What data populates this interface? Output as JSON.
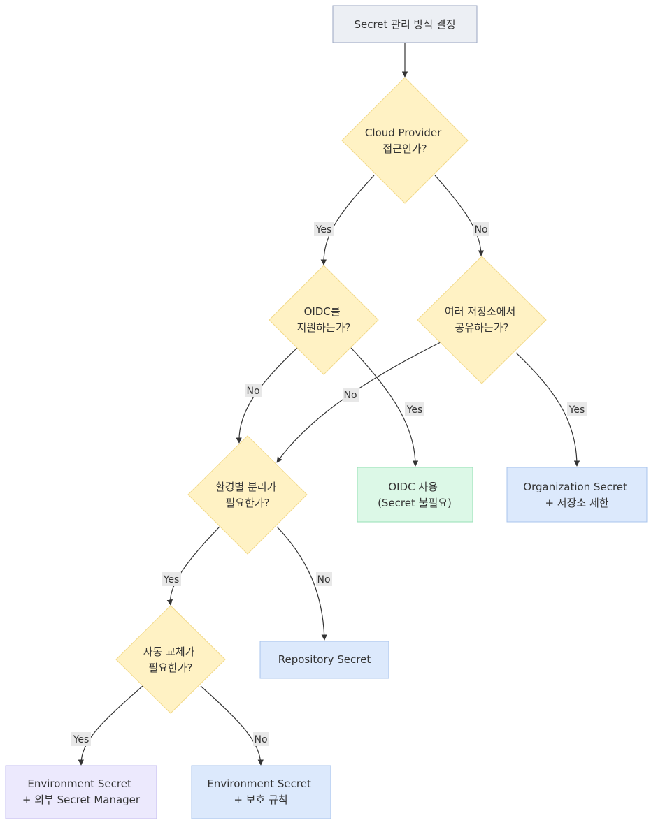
{
  "colors": {
    "start_fill": "#eceff4",
    "start_stroke": "#9aa6c2",
    "decision_fill": "#fff2c4",
    "decision_stroke": "#f2d98a",
    "green_fill": "#dcf8e7",
    "green_stroke": "#96dfb5",
    "blue_fill": "#dce9fc",
    "blue_stroke": "#a8c4ec",
    "purple_fill": "#ece9fd",
    "purple_stroke": "#c3bcf0",
    "edge": "#333333"
  },
  "nodes": {
    "start": {
      "lines": [
        "Secret 관리 방식 결정"
      ]
    },
    "cloud_provider": {
      "lines": [
        "Cloud Provider",
        "접근인가?"
      ]
    },
    "oidc_support": {
      "lines": [
        "OIDC를",
        "지원하는가?"
      ]
    },
    "shared_repos": {
      "lines": [
        "여러 저장소에서",
        "공유하는가?"
      ]
    },
    "env_separation": {
      "lines": [
        "환경별 분리가",
        "필요한가?"
      ]
    },
    "use_oidc": {
      "lines": [
        "OIDC 사용",
        "(Secret 불필요)"
      ]
    },
    "org_secret": {
      "lines": [
        "Organization Secret",
        "+ 저장소 제한"
      ]
    },
    "auto_rotation": {
      "lines": [
        "자동 교체가",
        "필요한가?"
      ]
    },
    "repo_secret": {
      "lines": [
        "Repository Secret"
      ]
    },
    "env_external": {
      "lines": [
        "Environment Secret",
        "+ 외부 Secret Manager"
      ]
    },
    "env_protection": {
      "lines": [
        "Environment Secret",
        "+ 보호 규칙"
      ]
    }
  },
  "edges": {
    "cloud_yes": "Yes",
    "cloud_no": "No",
    "oidc_no": "No",
    "oidc_yes": "Yes",
    "shared_no": "No",
    "shared_yes": "Yes",
    "env_yes": "Yes",
    "env_no": "No",
    "rotation_yes": "Yes",
    "rotation_no": "No"
  }
}
